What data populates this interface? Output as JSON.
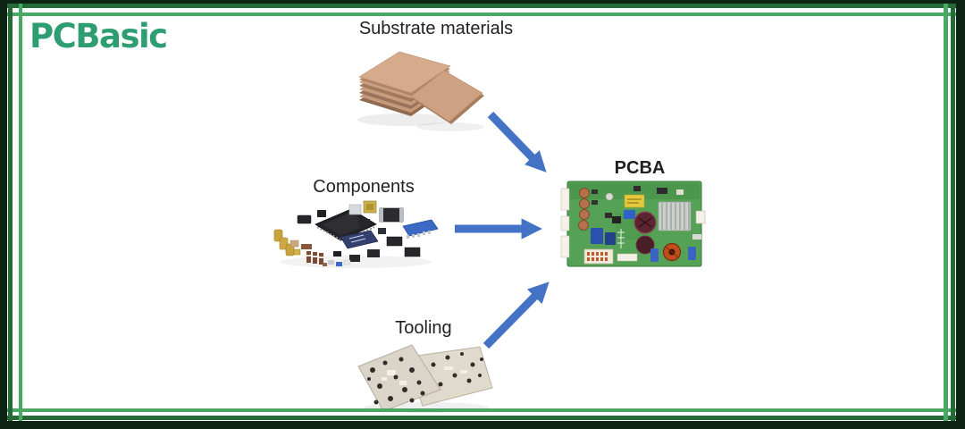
{
  "logo": {
    "text": "PCBasic",
    "color": "#2e9d72"
  },
  "frame": {
    "edge_color": "#0d2415",
    "dark_line_color": "#266a38",
    "light_line_color": "#4aa865"
  },
  "diagram": {
    "arrow_color": "#4472c4",
    "inputs": [
      {
        "id": "substrate",
        "label": "Substrate materials",
        "image_name": "substrate-laminate-stack-photo"
      },
      {
        "id": "components",
        "label": "Components",
        "image_name": "electronic-components-photo"
      },
      {
        "id": "tooling",
        "label": "Tooling",
        "image_name": "smt-stencil-photo"
      }
    ],
    "output": {
      "id": "pcba",
      "label": "PCBA",
      "image_name": "assembled-circuit-board-photo"
    }
  }
}
